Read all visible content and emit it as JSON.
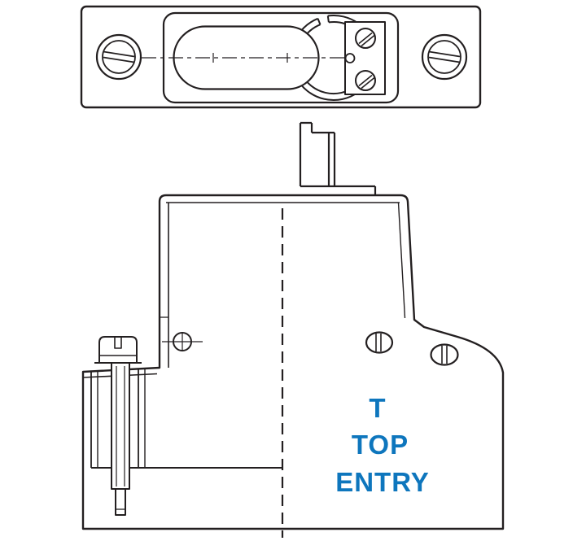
{
  "drawing": {
    "labels": {
      "line1": "T",
      "line2": "TOP",
      "line3": "ENTRY"
    },
    "accent_color": "#0e76bd",
    "line_color": "#231f20",
    "background": "#ffffff"
  }
}
